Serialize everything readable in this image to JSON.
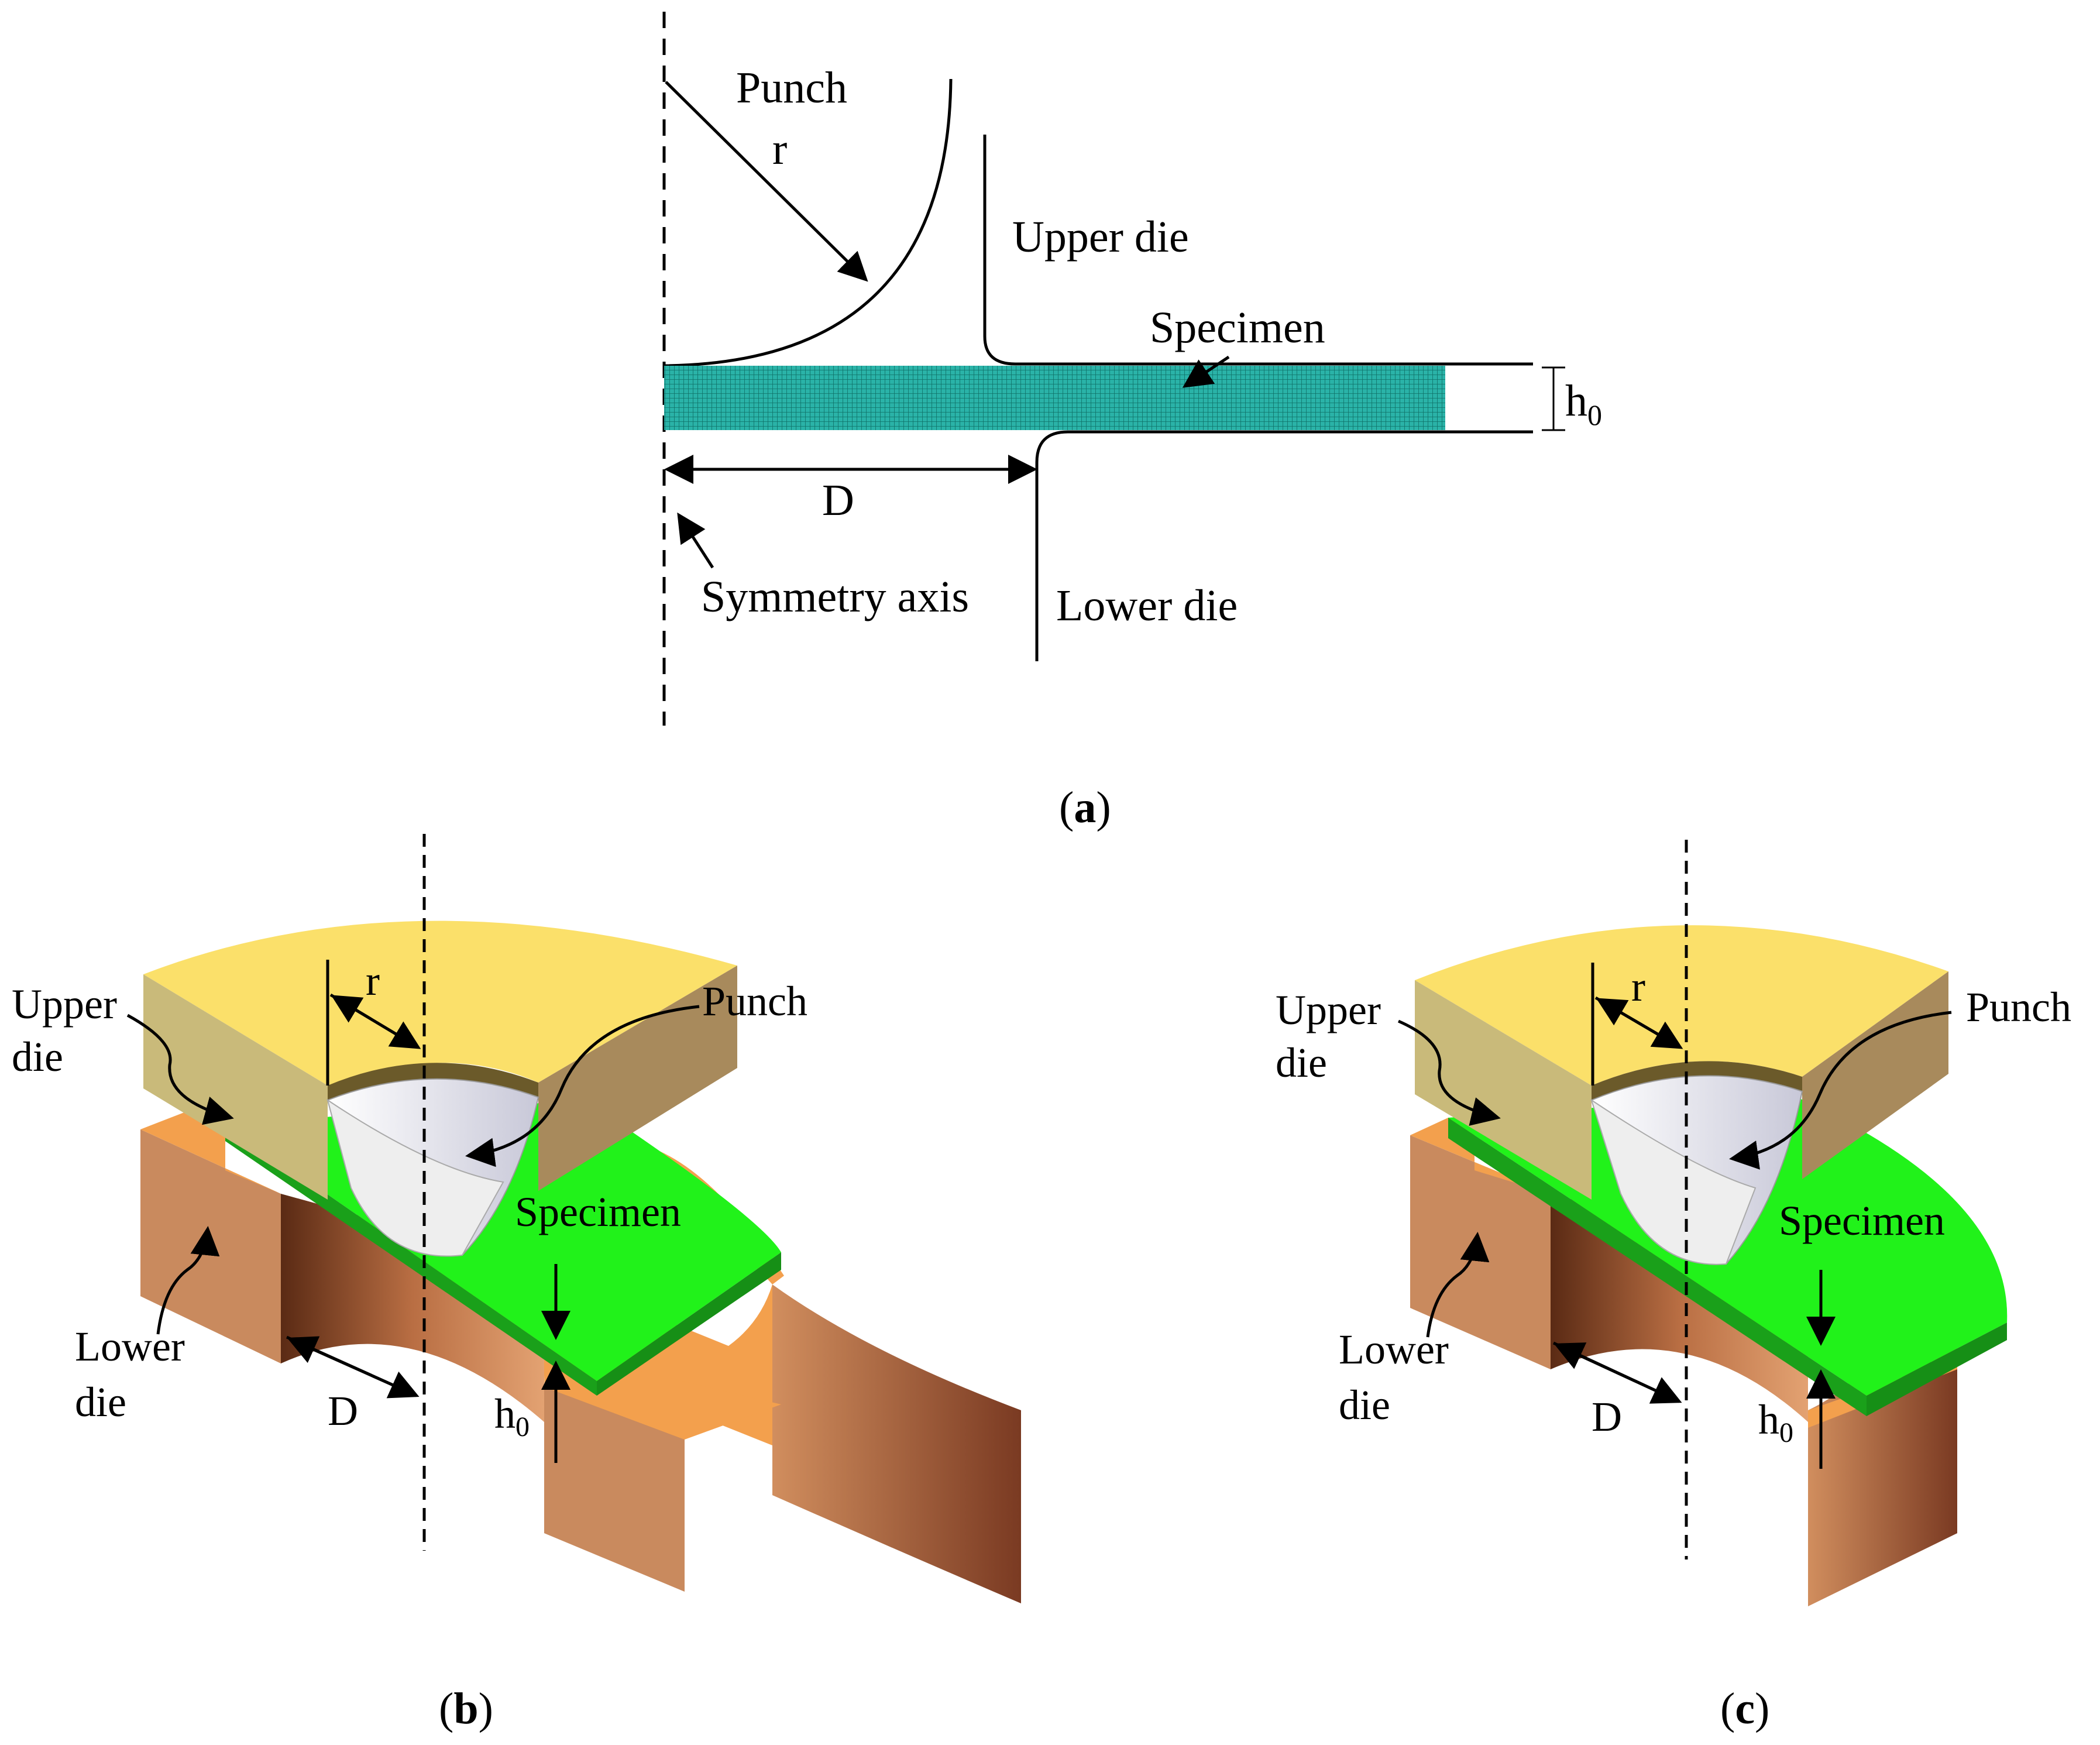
{
  "panel_a": {
    "caption": "a",
    "punch": "Punch",
    "r": "r",
    "upper_die": "Upper die",
    "specimen": "Specimen",
    "h0": "h",
    "h0_sub": "0",
    "D": "D",
    "symmetry_axis": "Symmetry axis",
    "lower_die": "Lower die"
  },
  "panel_b": {
    "caption": "b",
    "upper_die_1": "Upper",
    "upper_die_2": "die",
    "r": "r",
    "punch": "Punch",
    "specimen": "Specimen",
    "lower_die_1": "Lower",
    "lower_die_2": "die",
    "D": "D",
    "h0": "h",
    "h0_sub": "0"
  },
  "panel_c": {
    "caption": "c",
    "upper_die_1": "Upper",
    "upper_die_2": "die",
    "r": "r",
    "punch": "Punch",
    "specimen": "Specimen",
    "lower_die_1": "Lower",
    "lower_die_2": "die",
    "D": "D",
    "h0": "h",
    "h0_sub": "0"
  },
  "colors": {
    "upper_die_top": "#fbe06a",
    "upper_die_side": "#c9ba7a",
    "upper_die_dark": "#a88a5c",
    "lower_die_top": "#f3a04d",
    "lower_die_side": "#c98a5e",
    "lower_die_dark": "#8a4a2e",
    "specimen_top": "#21f21a",
    "specimen_side": "#1aa01a",
    "specimen_mesh": "#2ab3a8"
  }
}
